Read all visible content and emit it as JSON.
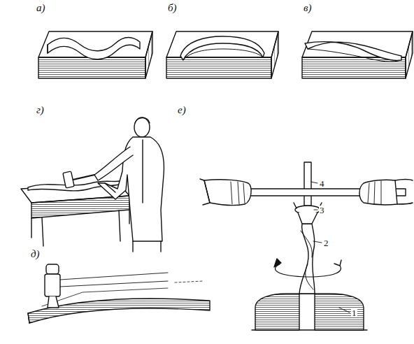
{
  "diagram": {
    "labels": [
      "а)",
      "б)",
      "в)",
      "г)",
      "е)",
      "д)",
      "4",
      "3",
      "2",
      "1"
    ]
  }
}
